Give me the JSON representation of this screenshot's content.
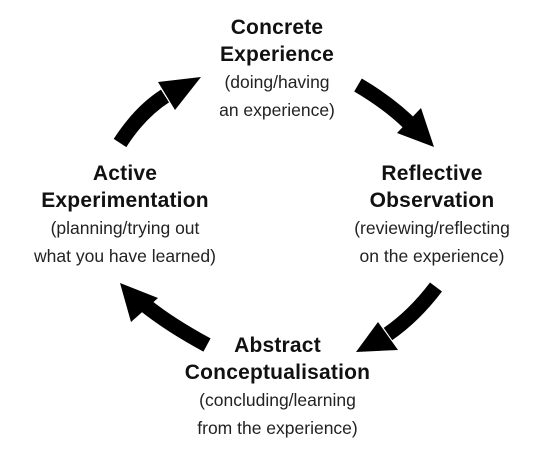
{
  "stages": {
    "concrete": {
      "title_line1": "Concrete",
      "title_line2": "Experience",
      "sub_line1": "(doing/having",
      "sub_line2": "an experience)"
    },
    "reflective": {
      "title_line1": "Reflective",
      "title_line2": "Observation",
      "sub_line1": "(reviewing/reflecting",
      "sub_line2": "on the experience)"
    },
    "abstract": {
      "title_line1": "Abstract",
      "title_line2": "Conceptualisation",
      "sub_line1": "(concluding/learning",
      "sub_line2": "from the experience)"
    },
    "active": {
      "title_line1": "Active",
      "title_line2": "Experimentation",
      "sub_line1": "(planning/trying out",
      "sub_line2": "what you have learned)"
    }
  },
  "arrow_color": "#000000",
  "arrow_direction": "clockwise"
}
